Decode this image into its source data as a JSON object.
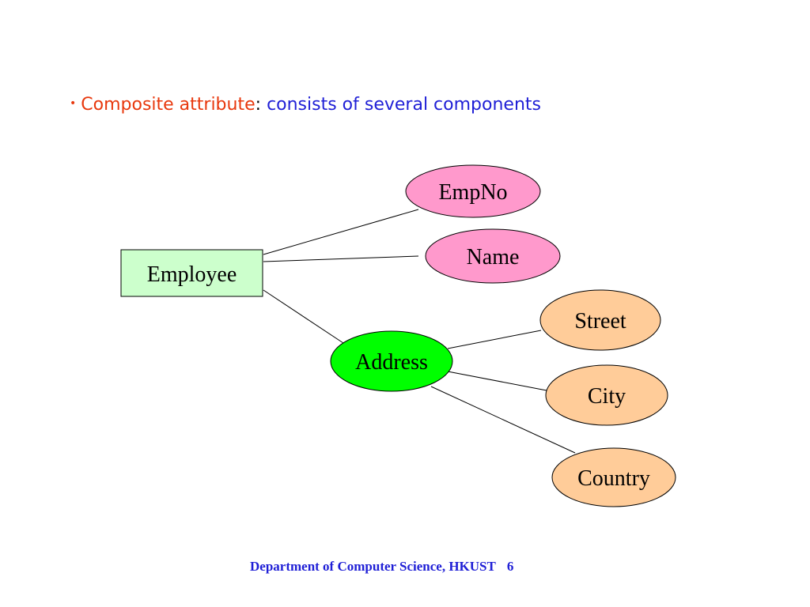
{
  "slide": {
    "bullet": {
      "term": "Composite attribute",
      "separator": ":",
      "description": "consists of several components"
    },
    "footer": {
      "text": "Department of Computer Science, HKUST",
      "page": "6"
    }
  },
  "diagram": {
    "entity": {
      "label": "Employee",
      "fill": "#ccffcc"
    },
    "attributes": {
      "empno": {
        "label": "EmpNo",
        "fill": "#ff99cc"
      },
      "name": {
        "label": "Name",
        "fill": "#ff99cc"
      },
      "address": {
        "label": "Address",
        "fill": "#00ff00"
      },
      "street": {
        "label": "Street",
        "fill": "#ffcc99"
      },
      "city": {
        "label": "City",
        "fill": "#ffcc99"
      },
      "country": {
        "label": "Country",
        "fill": "#ffcc99"
      }
    }
  }
}
